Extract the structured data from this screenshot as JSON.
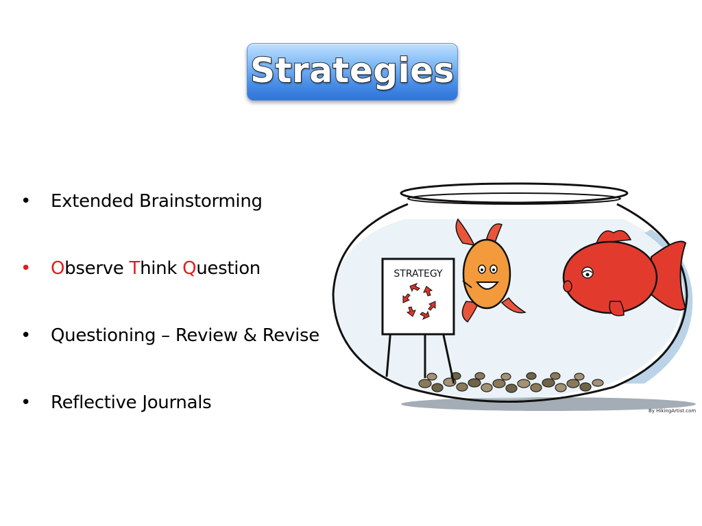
{
  "slide": {
    "title": "Strategies",
    "bullets": [
      {
        "text": "Extended Brainstorming"
      },
      {
        "parts": [
          {
            "t": "O",
            "red": true
          },
          {
            "t": "bserve ",
            "red": false
          },
          {
            "t": "T",
            "red": true
          },
          {
            "t": "hink ",
            "red": false
          },
          {
            "t": "Q",
            "red": true
          },
          {
            "t": "uestion",
            "red": false
          }
        ]
      },
      {
        "text": "Questioning – Review & Revise"
      },
      {
        "text": "Reflective Journals"
      }
    ],
    "bullet_symbol": "•",
    "highlight_color": "#e31b1b"
  },
  "illustration": {
    "sign_text": "STRATEGY",
    "credit": "By HikingArtist.com"
  }
}
